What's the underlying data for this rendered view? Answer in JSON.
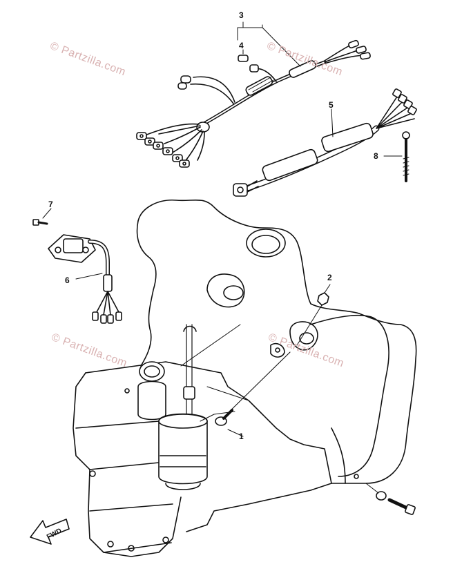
{
  "callouts": {
    "c1": "1",
    "c2": "2",
    "c3": "3",
    "c4": "4",
    "c5": "5",
    "c6": "6",
    "c7": "7",
    "c8": "8"
  },
  "watermarks": {
    "w1": "© Partzilla.com",
    "w2": "© Partzilla.com",
    "w3": "© Partzilla.com",
    "w4": "© Partzilla.com"
  },
  "fwd_label": "FWD",
  "colors": {
    "line": "#111111",
    "watermark": "#d9b2b2",
    "background": "#ffffff"
  }
}
